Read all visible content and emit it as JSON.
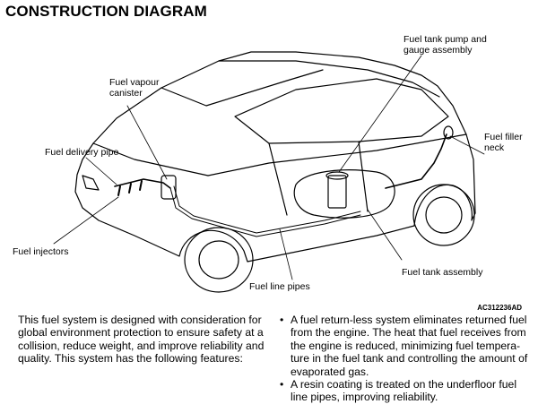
{
  "title": "CONSTRUCTION DIAGRAM",
  "labels": {
    "pump": "Fuel tank pump and\ngauge assembly",
    "canister": "Fuel vapour\ncanister",
    "filler": "Fuel filler\nneck",
    "delivery": "Fuel delivery pipe",
    "injectors": "Fuel injectors",
    "tank": "Fuel tank assembly",
    "pipes": "Fuel line pipes"
  },
  "figure_code": "AC312236AD",
  "intro": "This fuel system is designed with consideration for global environment protection to ensure safety at a collision, reduce weight, and improve reliability and quality. This system has the following features:",
  "bullets": [
    "A fuel return-less system eliminates returned fuel from the engine. The heat that fuel receives from the engine is reduced, minimizing fuel tempera-ture in the fuel tank and controlling the amount of evaporated gas.",
    "A resin coating is treated on the underfloor fuel line pipes, improving reliability."
  ],
  "bullet_symbol": "•"
}
